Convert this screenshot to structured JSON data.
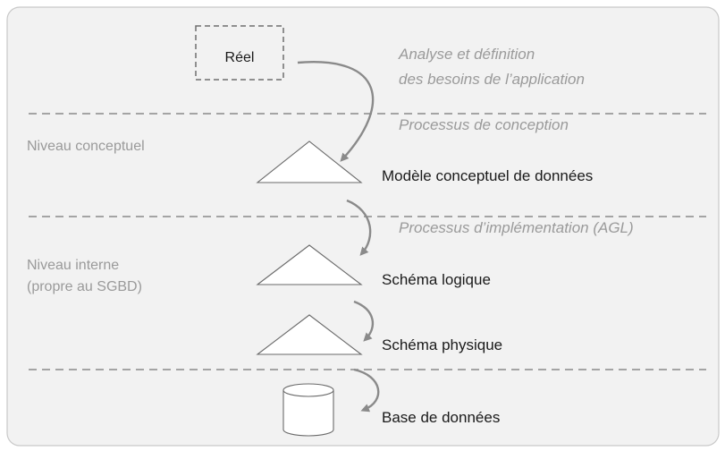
{
  "colors": {
    "panel_background": "#f2f2f2",
    "divider": "#8a8a8a",
    "muted_text": "#9a9a9a",
    "main_text": "#1a1a1a",
    "arrow": "#8a8a8a"
  },
  "real": {
    "label": "Réel"
  },
  "processes": {
    "analysis_line1": "Analyse et définition",
    "analysis_line2": "des besoins de l’application",
    "design": "Processus de conception",
    "implementation": "Processus d’implémentation (AGL)"
  },
  "levels": {
    "conceptual": "Niveau conceptuel",
    "internal_line1": "Niveau interne",
    "internal_line2": "(propre au SGBD)"
  },
  "models": {
    "conceptual": "Modèle conceptuel de données",
    "logical": "Schéma logique",
    "physical": "Schéma physique",
    "database": "Base de données"
  }
}
